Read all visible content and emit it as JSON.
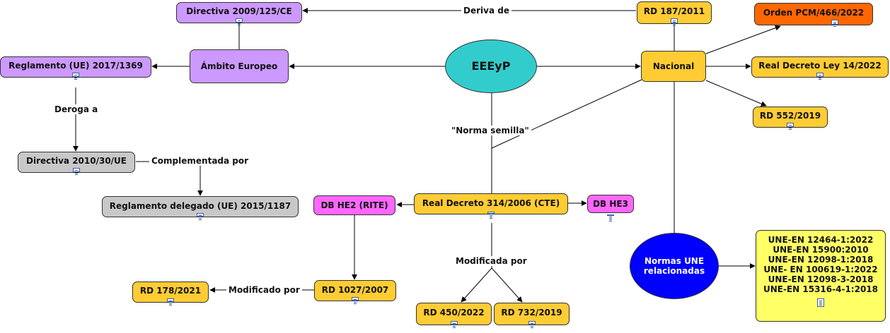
{
  "nodes": {
    "eeeyp": "EEEyP",
    "ambito": "Ámbito Europeo",
    "nacional": "Nacional",
    "directiva_2009": "Directiva 2009/125/CE",
    "reglamento_2017": "Reglamento (UE) 2017/1369",
    "directiva_2010": "Directiva 2010/30/UE",
    "reglamento_2015": "Reglamento delegado (UE) 2015/1187",
    "rd_187": "RD 187/2011",
    "orden_pcm": "Orden PCM/466/2022",
    "rdl_14": "Real Decreto Ley 14/2022",
    "rd_552": "RD 552/2019",
    "cte": "Real Decreto 314/2006 (CTE)",
    "db_he2": "DB HE2 (RITE)",
    "db_he3": "DB HE3",
    "rd_1027": "RD 1027/2007",
    "rd_178": "RD 178/2021",
    "rd_450": "RD 450/2022",
    "rd_732": "RD 732/2019",
    "normas_une": "Normas UNE relacionadas",
    "une_list": [
      "UNE-EN 12464-1:2022",
      "UNE-EN 15900:2010",
      "UNE-EN 12098-1:2018",
      "UNE- EN 100619-1:2022",
      "UNE-EN 12098-3-2018",
      "UNE-EN 15316-4-1:2018"
    ]
  },
  "edge_labels": {
    "deriva_de": "Deriva de",
    "deroga_a": "Deroga a",
    "complementada_por": "Complementada por",
    "norma_semilla": "\"Norma semilla\"",
    "modificada_por": "Modificada por",
    "modificado_por": "Modificado por"
  },
  "colors": {
    "european_fill": "#cc99ff",
    "national_fill": "#ffcc33",
    "orden_fill": "#ff6600",
    "gray_fill": "#c8c8c8",
    "magenta_fill": "#ff66ff",
    "eeeyp_fill": "#33cccc",
    "une_fill": "#0000ff",
    "une_list_fill": "#ffff66"
  },
  "icons": [
    "document-icon"
  ]
}
